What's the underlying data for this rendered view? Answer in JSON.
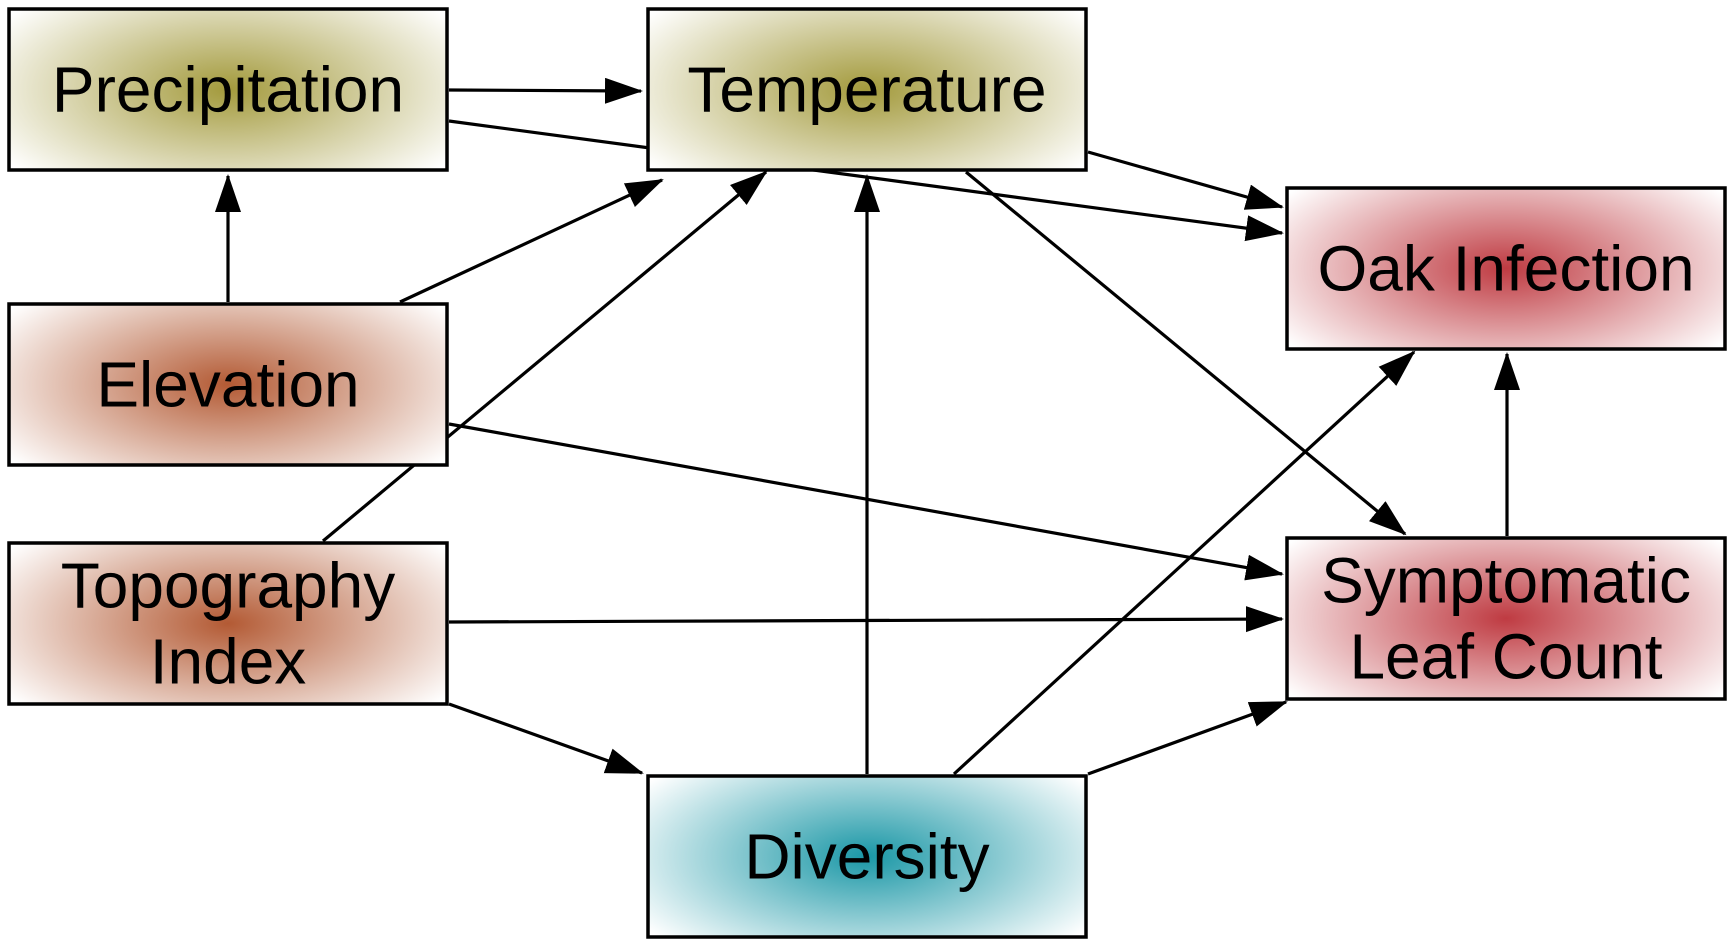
{
  "nodes": [
    {
      "id": "precipitation",
      "lines": [
        "Precipitation"
      ],
      "color": "#a39a3c"
    },
    {
      "id": "temperature",
      "lines": [
        "Temperature"
      ],
      "color": "#a39a3c"
    },
    {
      "id": "elevation",
      "lines": [
        "Elevation"
      ],
      "color": "#b35a34"
    },
    {
      "id": "topography",
      "lines": [
        "Topography",
        "Index"
      ],
      "color": "#b35a34"
    },
    {
      "id": "diversity",
      "lines": [
        "Diversity"
      ],
      "color": "#1a97a6"
    },
    {
      "id": "oak",
      "lines": [
        "Oak Infection"
      ],
      "color": "#bf3b42"
    },
    {
      "id": "leaf",
      "lines": [
        "Symptomatic",
        "Leaf Count"
      ],
      "color": "#bf3b42"
    }
  ],
  "edges": [
    {
      "from": "precipitation",
      "to": "temperature"
    },
    {
      "from": "precipitation",
      "to": "oak"
    },
    {
      "from": "elevation",
      "to": "precipitation"
    },
    {
      "from": "elevation",
      "to": "temperature"
    },
    {
      "from": "elevation",
      "to": "leaf"
    },
    {
      "from": "topography",
      "to": "temperature"
    },
    {
      "from": "topography",
      "to": "leaf"
    },
    {
      "from": "topography",
      "to": "diversity"
    },
    {
      "from": "diversity",
      "to": "temperature"
    },
    {
      "from": "diversity",
      "to": "oak"
    },
    {
      "from": "diversity",
      "to": "leaf"
    },
    {
      "from": "temperature",
      "to": "oak"
    },
    {
      "from": "temperature",
      "to": "leaf"
    },
    {
      "from": "leaf",
      "to": "oak"
    }
  ]
}
